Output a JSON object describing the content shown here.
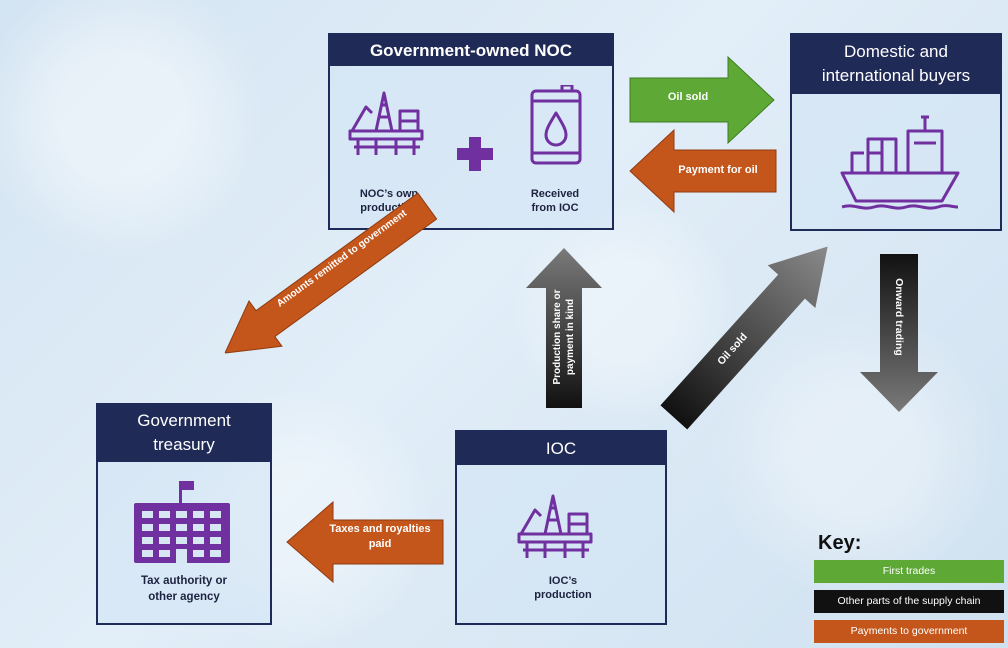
{
  "noc": {
    "title": "Government-owned NOC",
    "left_caption": "NOC’s own production",
    "right_caption": "Received from IOC",
    "left_icon": "oil-rig-icon",
    "right_icon": "oil-barrel-icon",
    "plus_icon": "plus-icon"
  },
  "buyers": {
    "title_line1": "Domestic and",
    "title_line2": "international buyers",
    "icon": "cargo-ship-icon"
  },
  "treasury": {
    "title_line1": "Government",
    "title_line2": "treasury",
    "caption": "Tax authority or other agency",
    "icon": "government-building-icon"
  },
  "ioc": {
    "title": "IOC",
    "caption": "IOC’s production",
    "icon": "oil-rig-icon"
  },
  "arrows": {
    "oil_sold_top": "Oil sold",
    "payment_for_oil": "Payment for oil",
    "amounts_remitted": "Amounts remitted to government",
    "production_share": "Production share or payment in kind",
    "oil_sold_diagonal": "Oil sold",
    "onward_trading": "Onward trading",
    "taxes_royalties": "Taxes and royalties paid"
  },
  "key": {
    "title": "Key:",
    "items": [
      {
        "label": "First trades",
        "color": "#5ea836"
      },
      {
        "label": "Other parts of the supply chain",
        "color": "#111111"
      },
      {
        "label": "Payments to government",
        "color": "#c4561b"
      }
    ]
  },
  "colors": {
    "navy": "#1f2a57",
    "purple": "#7030a0",
    "green": "#5ea836",
    "orange": "#c4561b",
    "gray": "#555555"
  }
}
